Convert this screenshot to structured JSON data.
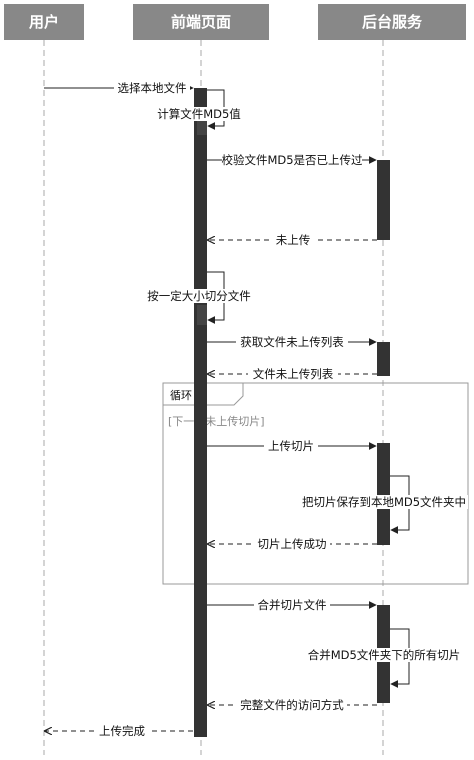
{
  "participants": {
    "user": "用户",
    "frontend": "前端页面",
    "backend": "后台服务"
  },
  "messages": {
    "select_file": "选择本地文件",
    "calc_md5": "计算文件MD5值",
    "check_md5": "校验文件MD5是否已上传过",
    "not_uploaded": "未上传",
    "split_file": "按一定大小切分文件",
    "get_list": "获取文件未上传列表",
    "return_list": "文件未上传列表",
    "upload_chunk": "上传切片",
    "save_chunk": "把切片保存到本地MD5文件夹中",
    "chunk_success": "切片上传成功",
    "merge_request": "合并切片文件",
    "merge_all": "合并MD5文件夹下的所有切片",
    "access_method": "完整文件的访问方式",
    "upload_done": "上传完成"
  },
  "loop": {
    "label": "循环",
    "guard": "[下一个未上传切片]"
  },
  "colors": {
    "header_bg": "#888888",
    "activation": "#333333",
    "lifeline": "#aaaaaa",
    "frame": "#999999"
  }
}
